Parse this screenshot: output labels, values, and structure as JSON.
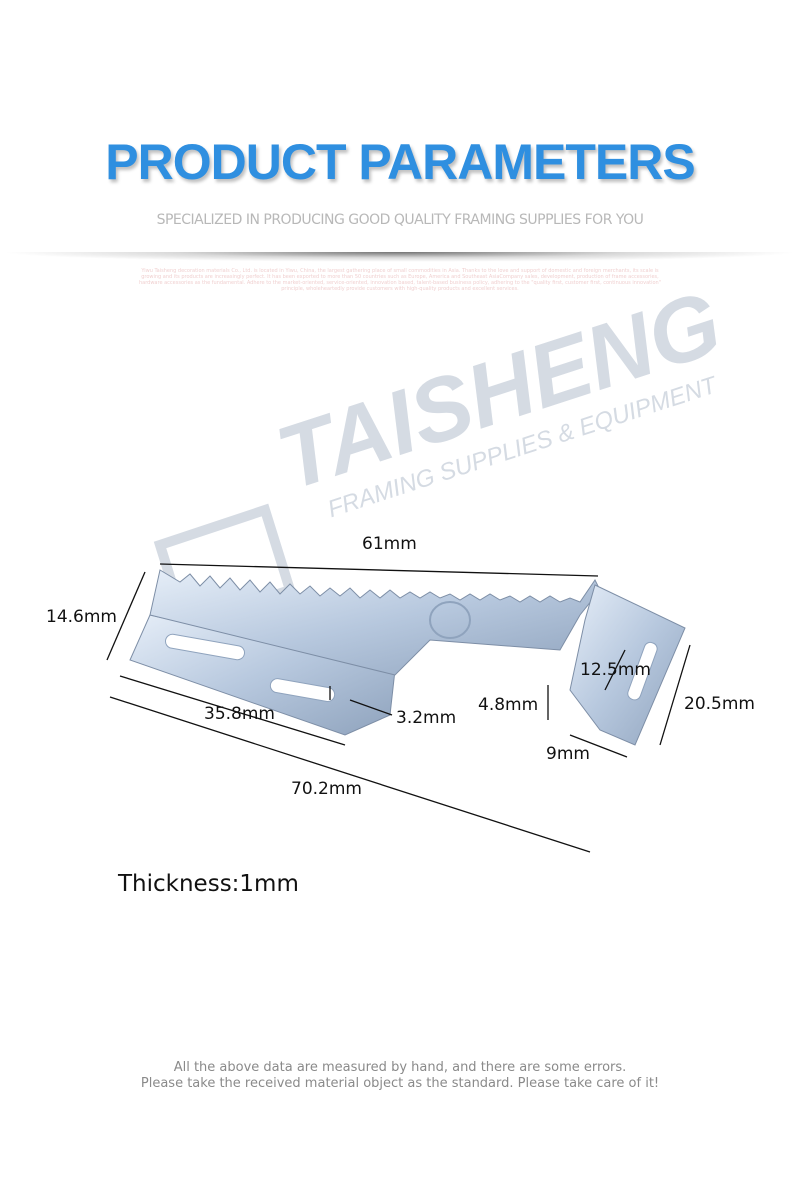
{
  "header": {
    "title": "PRODUCT PARAMETERS",
    "subtitle": "SPECIALIZED IN PRODUCING GOOD QUALITY FRAMING SUPPLIES FOR YOU",
    "intro": "Yiwu Taisheng decoration materials Co., Ltd. is located in Yiwu, China, the largest gathering place of small commodities in Asia. Thanks to the love and support of domestic and foreign merchants, its scale is growing and its products are increasingly perfect. It has been exported to more than 50 countries such as Europe, America and Southeast AsiaCompany sales, development, production of frame accessories, hardware accessories as the fundamental. Adhere to the market-oriented, service-oriented, innovation based, talent-based business policy, adhering to the \"quality first, customer first, continuous innovation\" principle, wholeheartedly provide customers with high-quality products and excellent services."
  },
  "watermark": {
    "brand": "TAISHENG",
    "tagline": "FRAMING SUPPLIES & EQUIPMENT"
  },
  "dimensions": {
    "length_top": "61mm",
    "height_left": "14.6mm",
    "slot_left": "35.8mm",
    "slot_width": "3.2mm",
    "total_length": "70.2mm",
    "tab_offset": "4.8mm",
    "tab_slot": "12.5mm",
    "tab_height": "20.5mm",
    "tab_width": "9mm"
  },
  "thickness": "Thickness:1mm",
  "footer": {
    "line1": "All the above data are measured by hand, and there are some errors.",
    "line2": "Please take the received material object as the standard. Please take care of it!"
  }
}
